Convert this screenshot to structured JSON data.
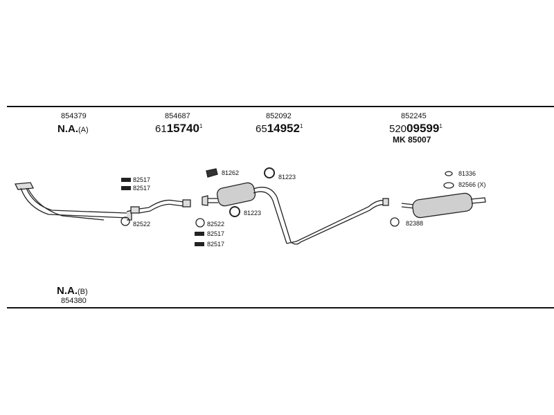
{
  "parts": [
    {
      "number": "854379",
      "na": "N.A.",
      "na_suffix": "(A)"
    },
    {
      "number": "854687",
      "prefix": "61",
      "bold": "15740",
      "sup": "1"
    },
    {
      "number": "852092",
      "prefix": "65",
      "bold": "14952",
      "sup": "1"
    },
    {
      "number": "852245",
      "prefix": "520",
      "bold": "09599",
      "sup": "1",
      "extra": "MK  85007"
    }
  ],
  "bottom": {
    "na": "N.A.",
    "na_suffix": "(B)",
    "number": "854380"
  },
  "labels": {
    "l82517_a": "82517",
    "l82517_b": "82517",
    "l82522_a": "82522",
    "l81262": "81262",
    "l81223_a": "81223",
    "l81223_b": "81223",
    "l82522_b": "82522",
    "l82517_c": "82517",
    "l82517_d": "82517",
    "l81336": "81336",
    "l82566": "82566 (X)",
    "l82388": "82388"
  }
}
